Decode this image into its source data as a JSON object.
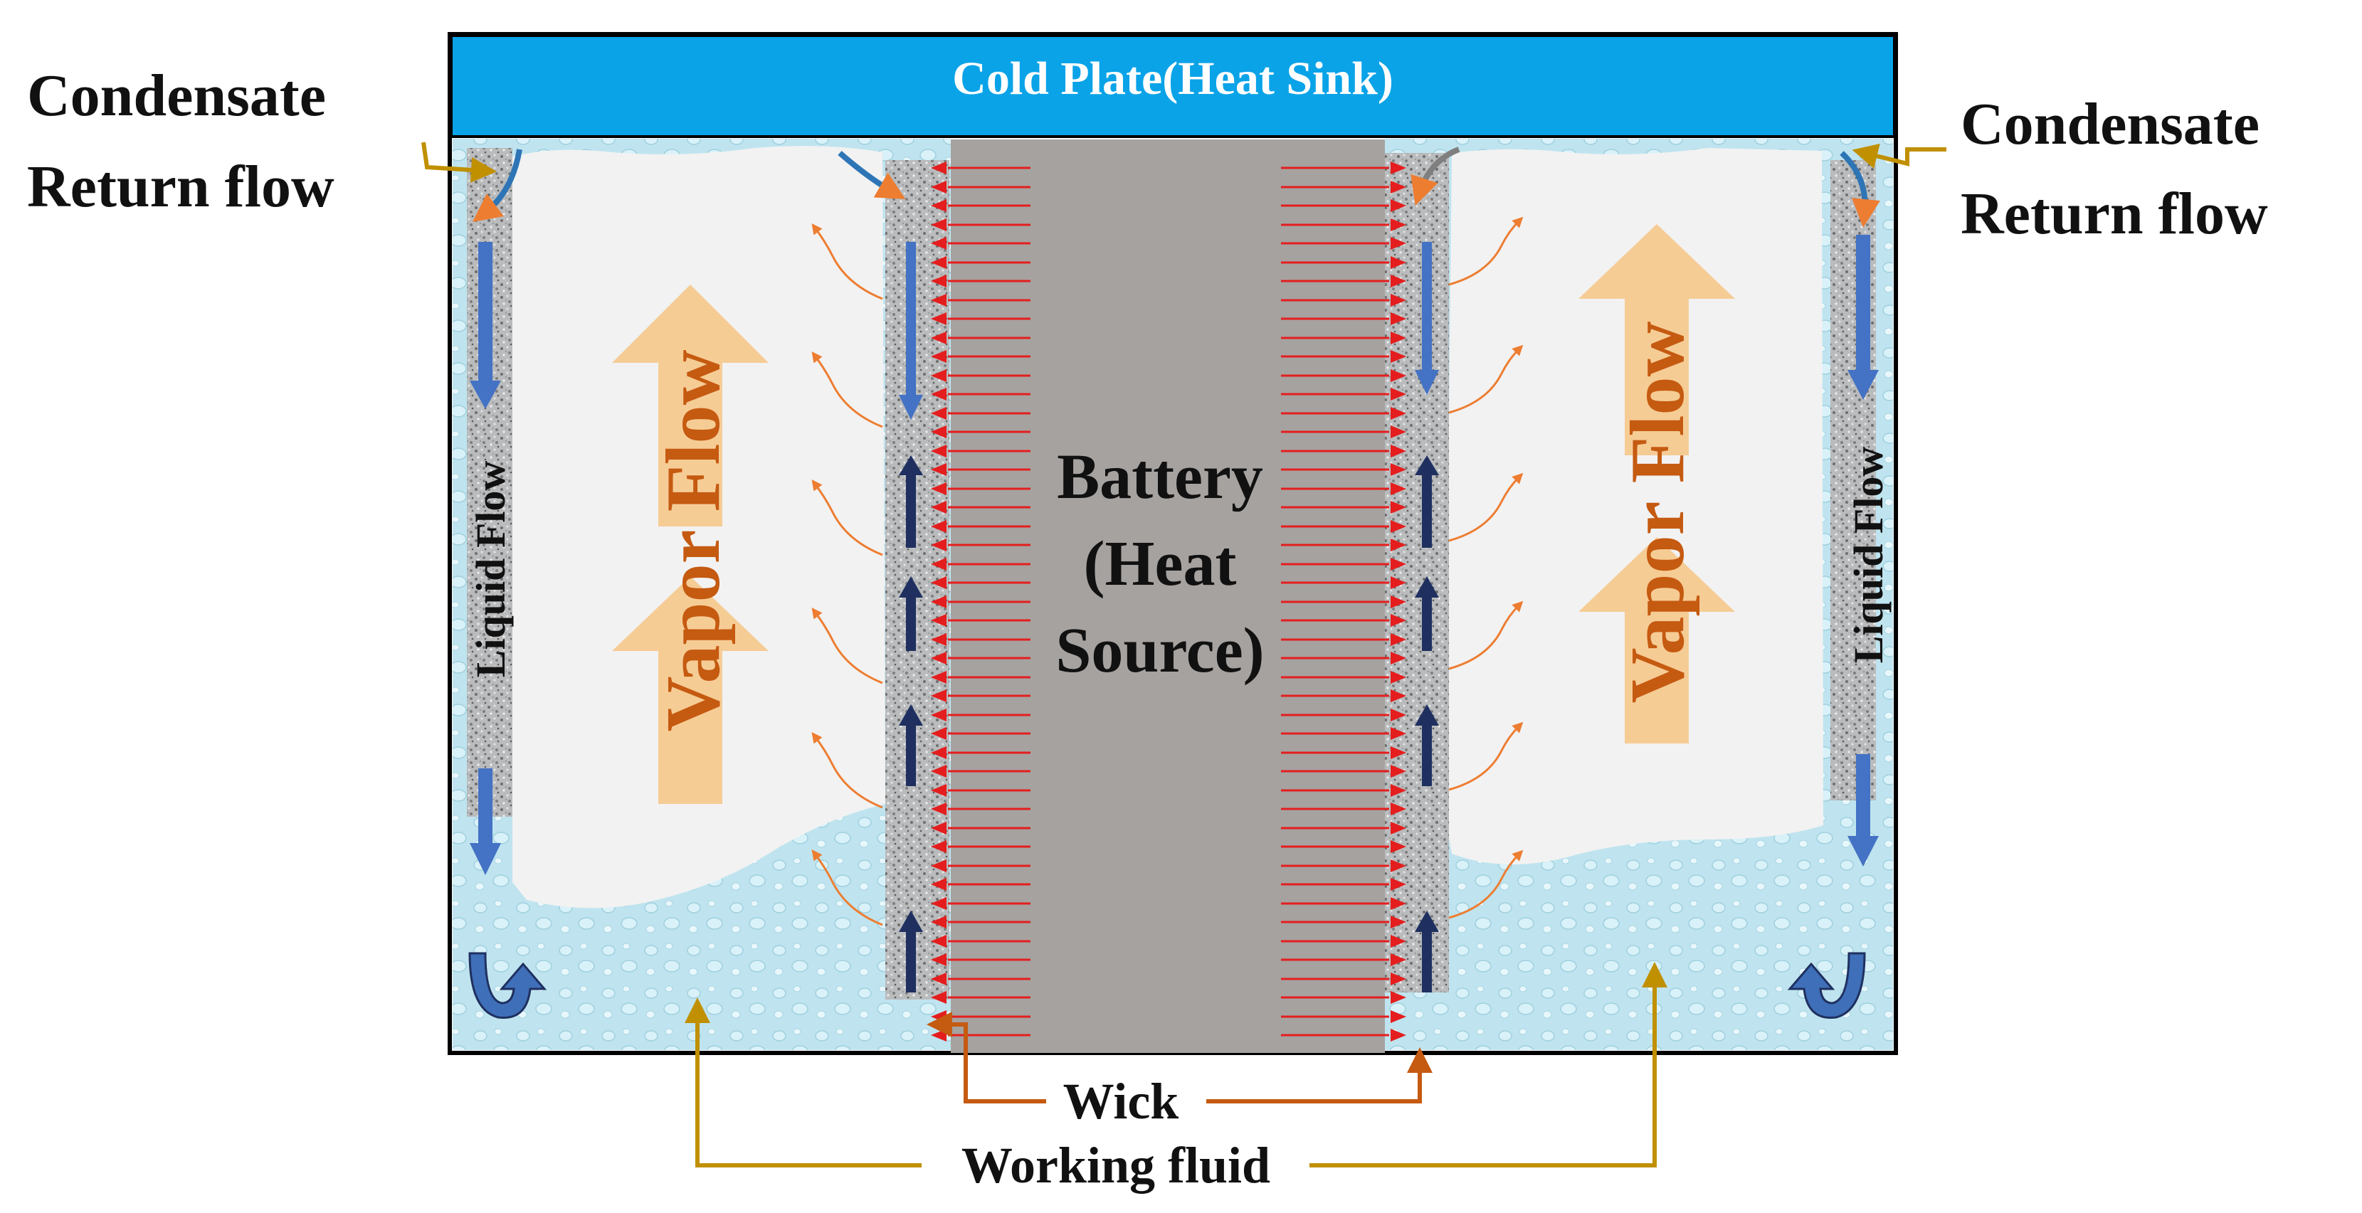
{
  "labels": {
    "cold_plate": "Cold Plate(Heat Sink)",
    "condensate_left": [
      "Condensate",
      "Return flow"
    ],
    "condensate_right": [
      "Condensate",
      "Return flow"
    ],
    "battery": [
      "Battery",
      "(Heat",
      "Source)"
    ],
    "vapor_flow": "Vapor Flow",
    "liquid_flow": "Liquid Flow",
    "wick": "Wick",
    "working_fluid": "Working fluid"
  },
  "colors": {
    "cold_plate": "#0aa3e8",
    "cold_plate_text": "#ffffff",
    "battery": "#a6a2a0",
    "vapor_region": "#f2f2f2",
    "working_fluid": "#bfe4ef",
    "wick": "#b9bbbd",
    "heat_arrow": "#e41e1e",
    "vapor_text": "#c55a11",
    "vapor_arrow": "#f6c98f",
    "liquid_arrow_down": "#4472c4",
    "liquid_arrow_up": "#1f3060",
    "leader_gold": "#c09000",
    "leader_orange": "#c55a11",
    "evaporation": "#ed7d31"
  },
  "icons": [
    "return-curl-arrow-icon",
    "down-arrow-icon",
    "up-arrow-icon",
    "heat-arrow-icon",
    "vapor-arrow-icon"
  ]
}
